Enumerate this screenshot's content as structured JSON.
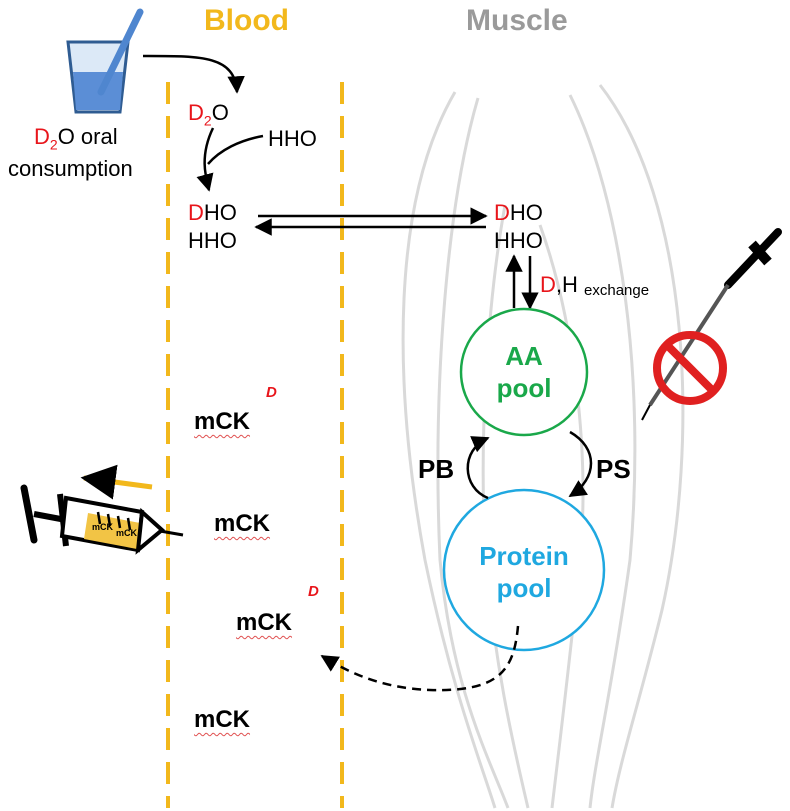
{
  "headers": {
    "blood": "Blood",
    "muscle": "Muscle"
  },
  "intake": {
    "d": "D",
    "sub2": "2",
    "rest": "O oral",
    "line2": "consumption"
  },
  "blood_water": {
    "d2o_d": "D",
    "d2o_sub": "2",
    "d2o_o": "O",
    "hho_in": "HHO",
    "dho_d": "D",
    "dho_rest": "HO",
    "hho": "HHO"
  },
  "muscle_water": {
    "dho_d": "D",
    "dho_rest": "HO",
    "hho": "HHO",
    "exchange_d": "D",
    "exchange_h": ",H",
    "exchange_word": "exchange"
  },
  "pools": {
    "aa_line1": "AA",
    "aa_line2": "pool",
    "protein_line1": "Protein",
    "protein_line2": "pool"
  },
  "paths": {
    "pb": "PB",
    "ps": "PS"
  },
  "markers": {
    "mck1": "mCK",
    "mck1_tag": "D",
    "mck2": "mCK",
    "mck3": "mCK",
    "mck3_tag": "D",
    "mck4": "mCK",
    "syringe_mck_a": "mCK",
    "syringe_mck_b": "mCK"
  },
  "colors": {
    "blood": "#f2b81c",
    "muscle_text": "#9a9a9a",
    "aa_pool": "#1aa84a",
    "protein_pool": "#1fa8e0",
    "deuterium": "#e8151b",
    "no_biopsy": "#e02020"
  },
  "icons": [
    "water-glass-icon",
    "syringe-icon",
    "biopsy-needle-icon",
    "prohibited-icon"
  ]
}
